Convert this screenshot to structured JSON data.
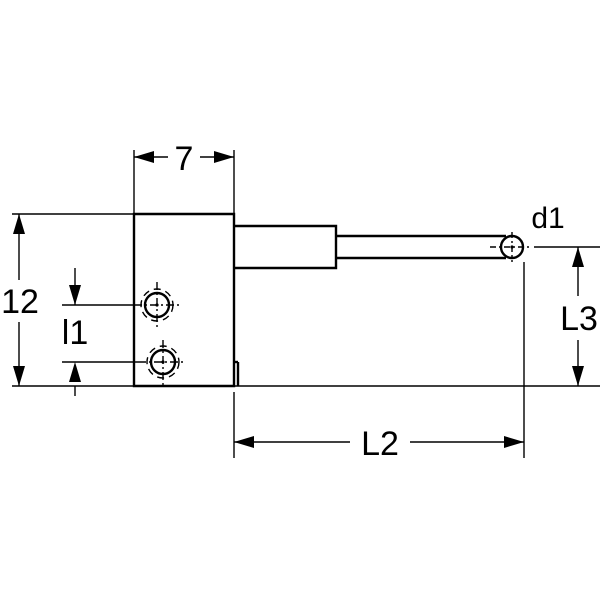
{
  "diagram": {
    "labels": {
      "width_top": "7",
      "height_left": "12",
      "spacing_left": "l1",
      "length_bottom": "L2",
      "height_right": "L3",
      "pin_diameter": "d1"
    },
    "colors": {
      "line": "#000000",
      "background": "#ffffff"
    }
  }
}
